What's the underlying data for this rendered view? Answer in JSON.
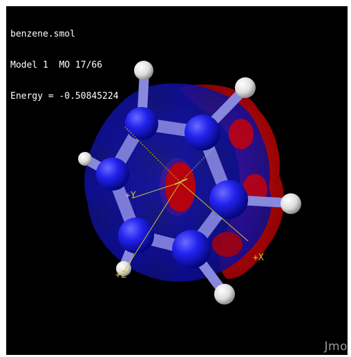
{
  "viewer": {
    "file_name": "benzene.smol",
    "model_line": "Model 1  MO 17/66",
    "energy_line": "Energy = -0.50845224",
    "logo_text": "Jmo"
  },
  "axes": {
    "x_label": "+X",
    "y_label": "+Y",
    "z_label": "+Z"
  },
  "colors": {
    "background": "#000000",
    "text": "#ffffff",
    "positive_lobe": "#1a1ad6",
    "negative_lobe": "#c00000",
    "carbon_atom": "#2a2aff",
    "hydrogen_atom": "#f2f2f2",
    "axis_color": "#c8c832"
  },
  "icons": {
    "logo": "jmol-logo"
  }
}
